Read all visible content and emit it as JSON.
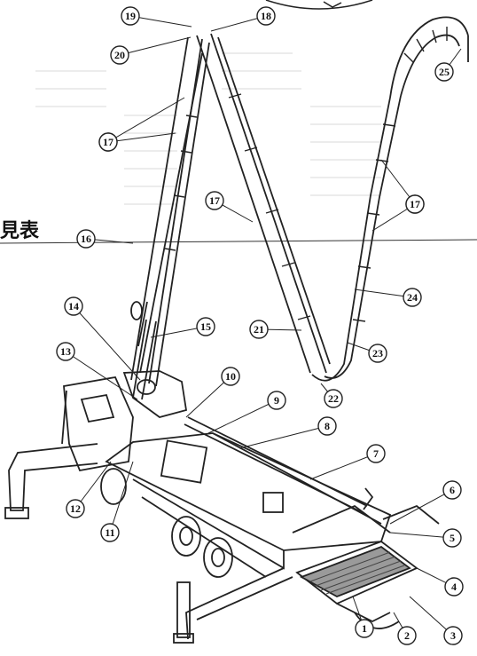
{
  "fragment_text": "見表",
  "callouts": [
    {
      "id": "1",
      "label": "1"
    },
    {
      "id": "2",
      "label": "2"
    },
    {
      "id": "3",
      "label": "3"
    },
    {
      "id": "4",
      "label": "4"
    },
    {
      "id": "5",
      "label": "5"
    },
    {
      "id": "6",
      "label": "6"
    },
    {
      "id": "7",
      "label": "7"
    },
    {
      "id": "8",
      "label": "8"
    },
    {
      "id": "9",
      "label": "9"
    },
    {
      "id": "10",
      "label": "10"
    },
    {
      "id": "11",
      "label": "11"
    },
    {
      "id": "12",
      "label": "12"
    },
    {
      "id": "13",
      "label": "13"
    },
    {
      "id": "14",
      "label": "14"
    },
    {
      "id": "15",
      "label": "15"
    },
    {
      "id": "16",
      "label": "16"
    },
    {
      "id": "17a",
      "label": "17"
    },
    {
      "id": "17b",
      "label": "17"
    },
    {
      "id": "17c",
      "label": "17"
    },
    {
      "id": "17d",
      "label": "17"
    },
    {
      "id": "17e",
      "label": "17"
    },
    {
      "id": "18",
      "label": "18"
    },
    {
      "id": "19",
      "label": "19"
    },
    {
      "id": "20",
      "label": "20"
    },
    {
      "id": "21",
      "label": "21"
    },
    {
      "id": "22",
      "label": "22"
    },
    {
      "id": "23",
      "label": "23"
    },
    {
      "id": "24",
      "label": "24"
    },
    {
      "id": "25",
      "label": "25"
    }
  ]
}
